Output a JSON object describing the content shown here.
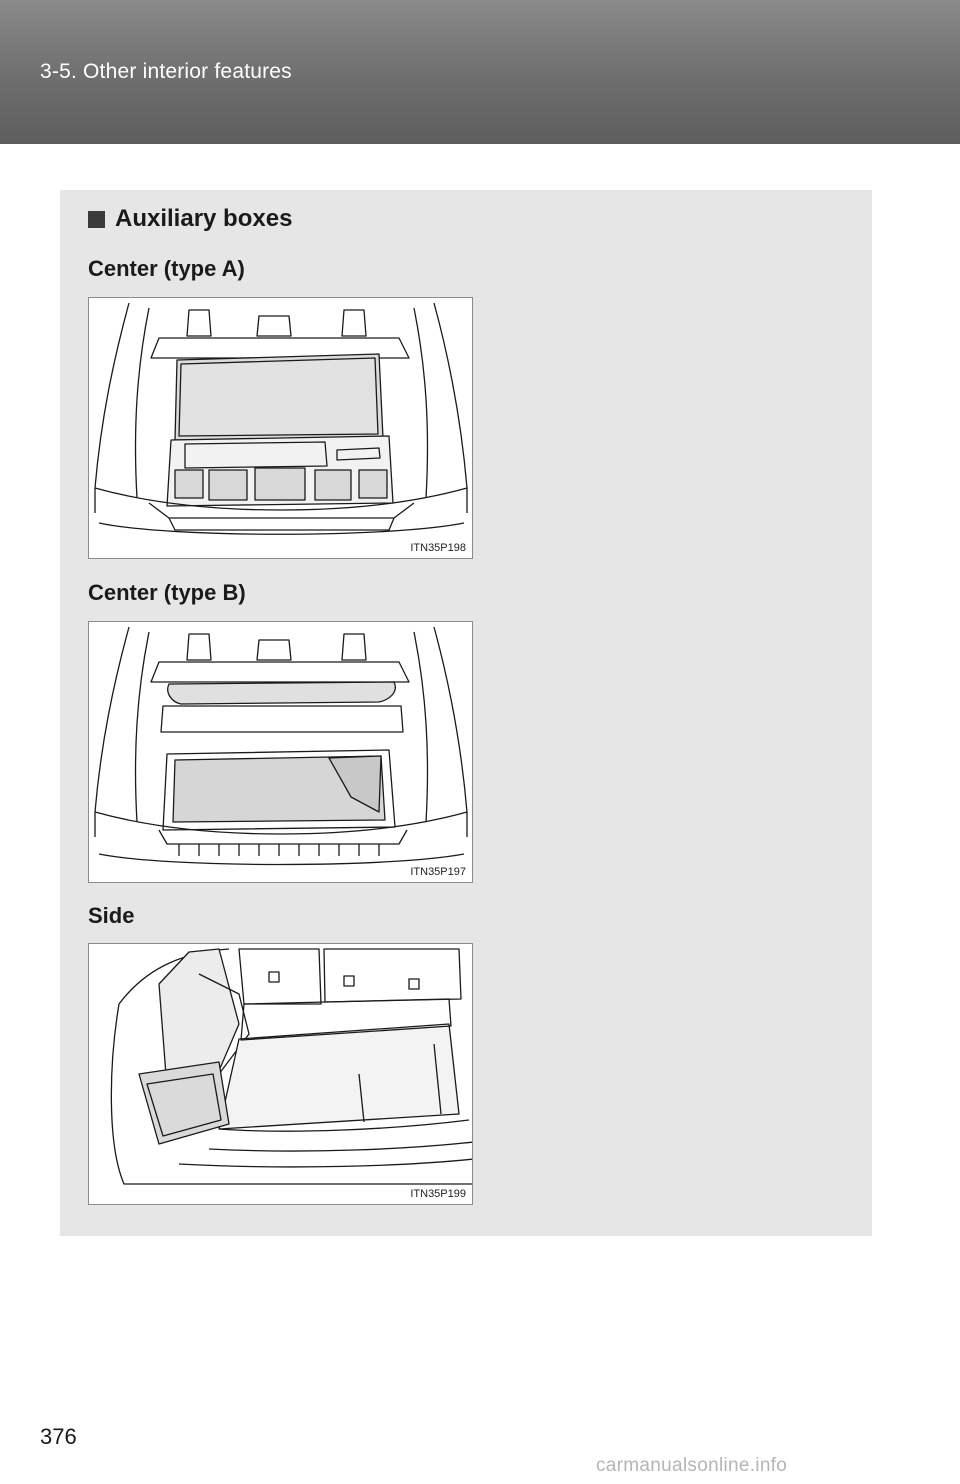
{
  "header": {
    "breadcrumb": "3-5. Other interior features"
  },
  "section": {
    "title": "Auxiliary boxes"
  },
  "figures": [
    {
      "caption": "Center (type A)",
      "code": "ITN35P198"
    },
    {
      "caption": "Center (type B)",
      "code": "ITN35P197"
    },
    {
      "caption": "Side",
      "code": "ITN35P199"
    }
  ],
  "page_number": "376",
  "watermark": "carmanualsonline.info",
  "colors": {
    "header": "#6e6e6e",
    "panel": "#e6e6e6",
    "bullet": "#3a3a3a"
  }
}
